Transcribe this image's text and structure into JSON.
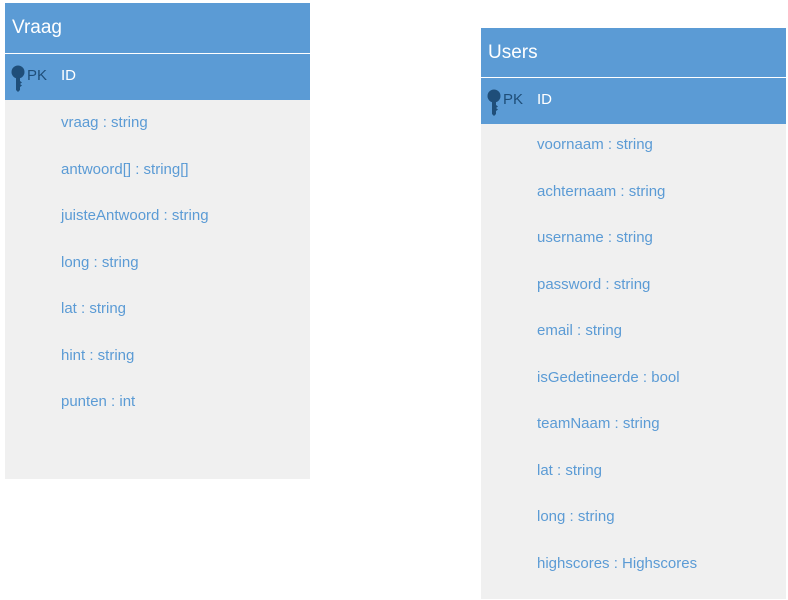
{
  "entities": [
    {
      "title": "Vraag",
      "pk_tag": "PK",
      "pk_name": "ID",
      "attributes": [
        "vraag : string",
        "antwoord[] : string[]",
        "juisteAntwoord : string",
        "long : string",
        "lat : string",
        "hint : string",
        "punten : int"
      ]
    },
    {
      "title": "Users",
      "pk_tag": "PK",
      "pk_name": "ID",
      "attributes": [
        "voornaam : string",
        "achternaam : string",
        "username : string",
        "password : string",
        "email : string",
        "isGedetineerde : bool",
        "teamNaam : string",
        "lat : string",
        "long : string",
        "highscores : Highscores"
      ]
    }
  ],
  "colors": {
    "header": "#5b9bd5",
    "body": "#f0f0f0",
    "attribute_text": "#5b9bd5",
    "pk_text": "#1f4e79"
  },
  "icons": {
    "primary_key": "key-icon"
  }
}
